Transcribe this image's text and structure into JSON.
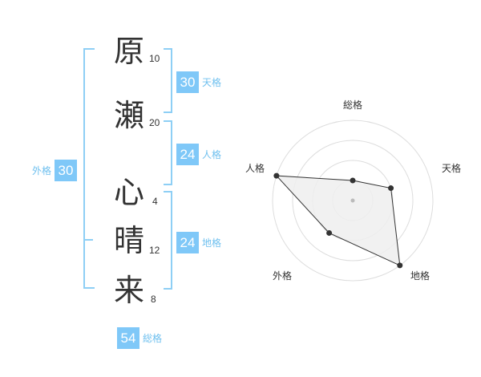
{
  "name": {
    "characters": [
      {
        "char": "原",
        "strokes": "10"
      },
      {
        "char": "瀬",
        "strokes": "20"
      },
      {
        "char": "心",
        "strokes": "4"
      },
      {
        "char": "晴",
        "strokes": "12"
      },
      {
        "char": "来",
        "strokes": "8"
      }
    ]
  },
  "fortune": {
    "tenkaku": {
      "value": "30",
      "label": "天格"
    },
    "jinkaku": {
      "value": "24",
      "label": "人格"
    },
    "chikaku": {
      "value": "24",
      "label": "地格"
    },
    "gaikaku": {
      "value": "30",
      "label": "外格"
    },
    "soukaku": {
      "value": "54",
      "label": "総格"
    }
  },
  "radar": {
    "axes": [
      "総格",
      "天格",
      "地格",
      "外格",
      "人格"
    ],
    "max": 4,
    "values": [
      1,
      2,
      4,
      2,
      4
    ],
    "colors": {
      "ring": "#dddddd",
      "fill": "#eeeeee",
      "line": "#333333",
      "point": "#333333",
      "center": "#bbbbbb"
    }
  },
  "colors": {
    "accent": "#7fc8f8",
    "bracket": "#8ecff5"
  }
}
